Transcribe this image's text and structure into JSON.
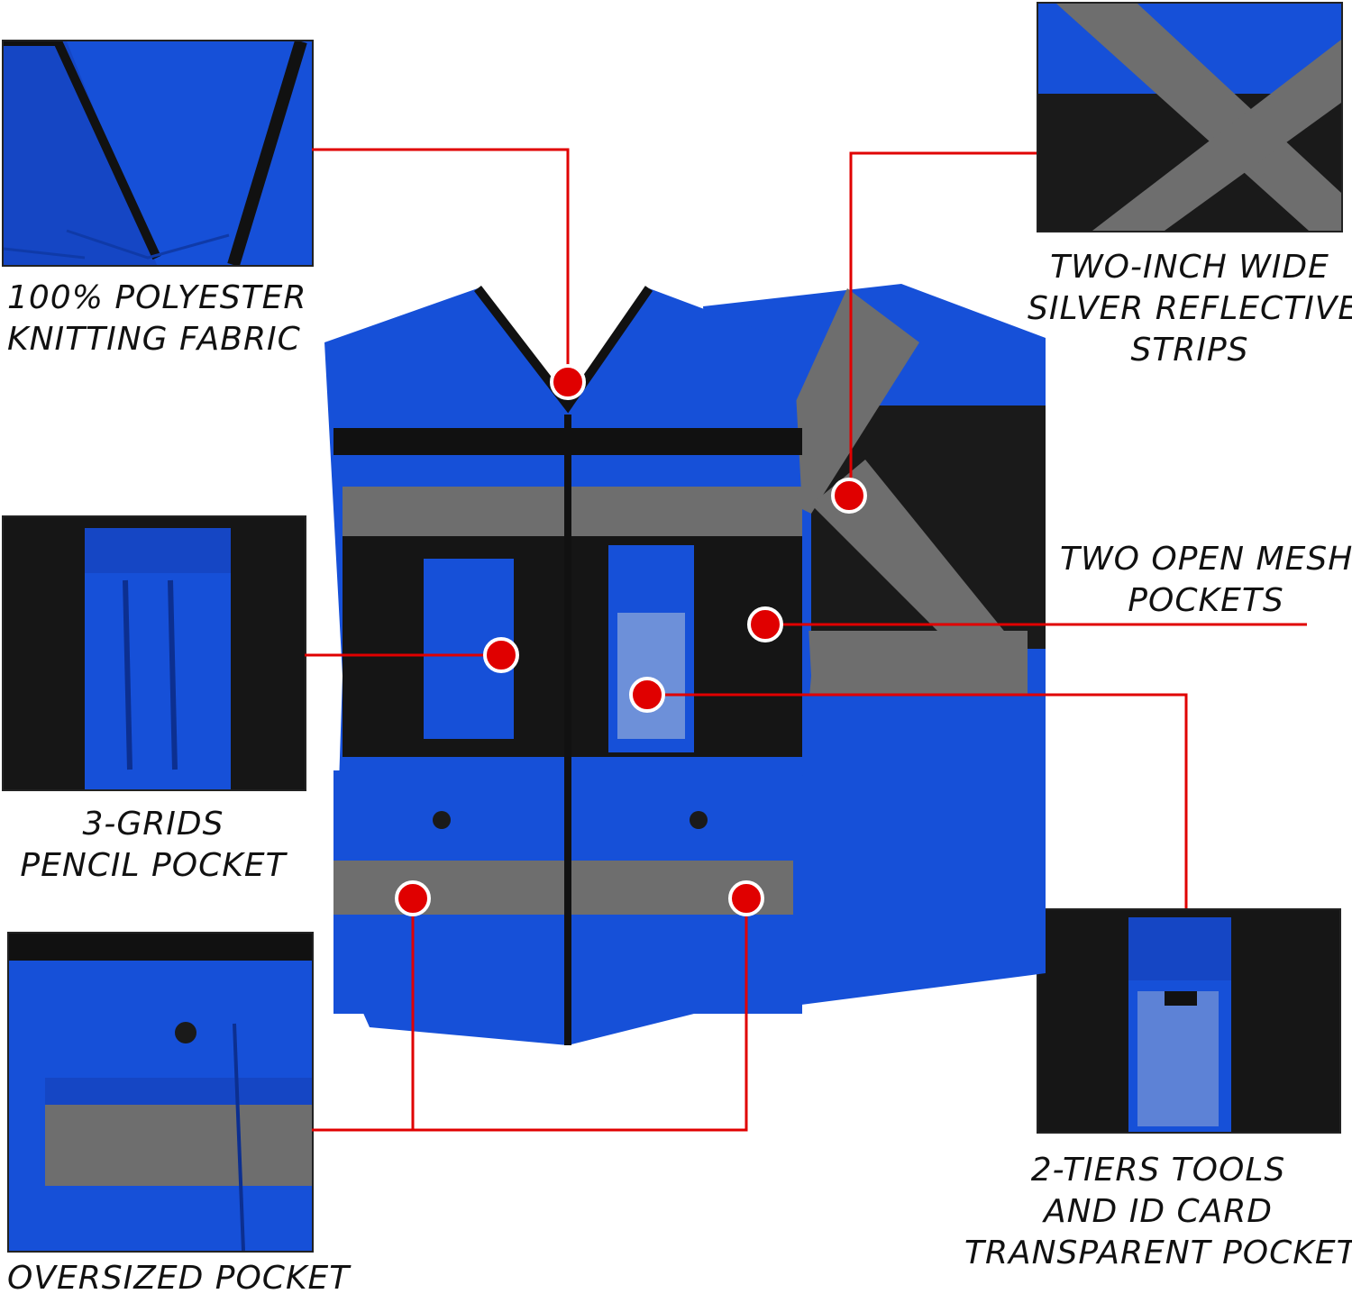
{
  "colors": {
    "vest_blue": "#1650d8",
    "mesh_black": "#111111",
    "reflective_gray": "#6e6e6e",
    "callout_red": "#e00000",
    "caption_text": "#111111"
  },
  "features": [
    {
      "id": "fabric",
      "lines": [
        "100% POLYESTER",
        "KNITTING FABRIC"
      ]
    },
    {
      "id": "reflective",
      "lines": [
        "TWO-INCH WIDE",
        "SILVER REFLECTIVE",
        "STRIPS"
      ]
    },
    {
      "id": "mesh",
      "lines": [
        "TWO OPEN MESH",
        "POCKETS"
      ]
    },
    {
      "id": "pencil",
      "lines": [
        "3-GRIDS",
        "PENCIL POCKET"
      ]
    },
    {
      "id": "idcard",
      "lines": [
        "2-TIERS TOOLS",
        "AND ID CARD",
        "TRANSPARENT POCKET"
      ]
    },
    {
      "id": "oversized",
      "lines": [
        "OVERSIZED POCKET"
      ]
    }
  ]
}
